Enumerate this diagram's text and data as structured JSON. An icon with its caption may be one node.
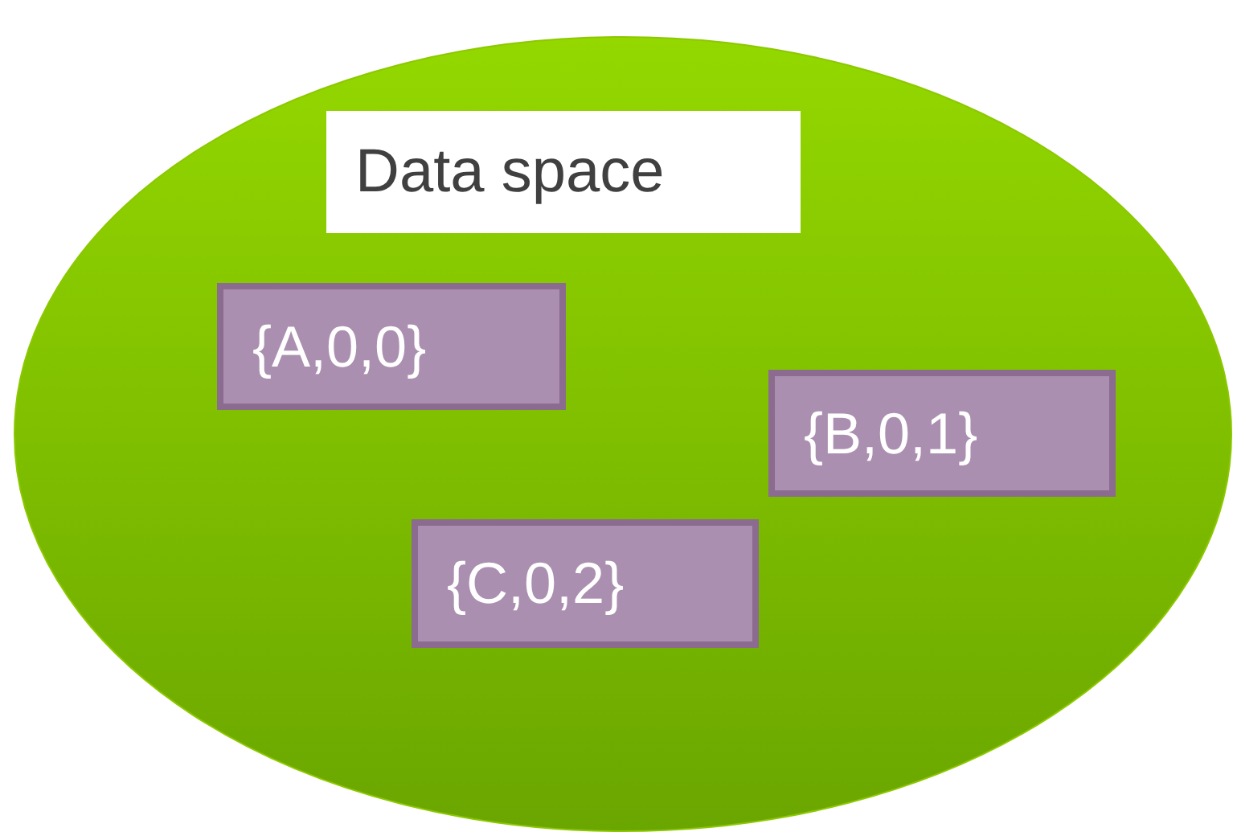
{
  "diagram": {
    "nodes": [
      {
        "text": [],
        "shape": "ellipse"
      },
      {
        "text": [
          "Data space"
        ],
        "in": 0
      },
      {
        "text": [
          "{A,0,0}"
        ],
        "in": 0
      },
      {
        "text": [
          "{B,0,1}"
        ],
        "in": 0
      },
      {
        "text": [
          "{C,0,2}"
        ],
        "in": 0
      }
    ],
    "edges": []
  }
}
